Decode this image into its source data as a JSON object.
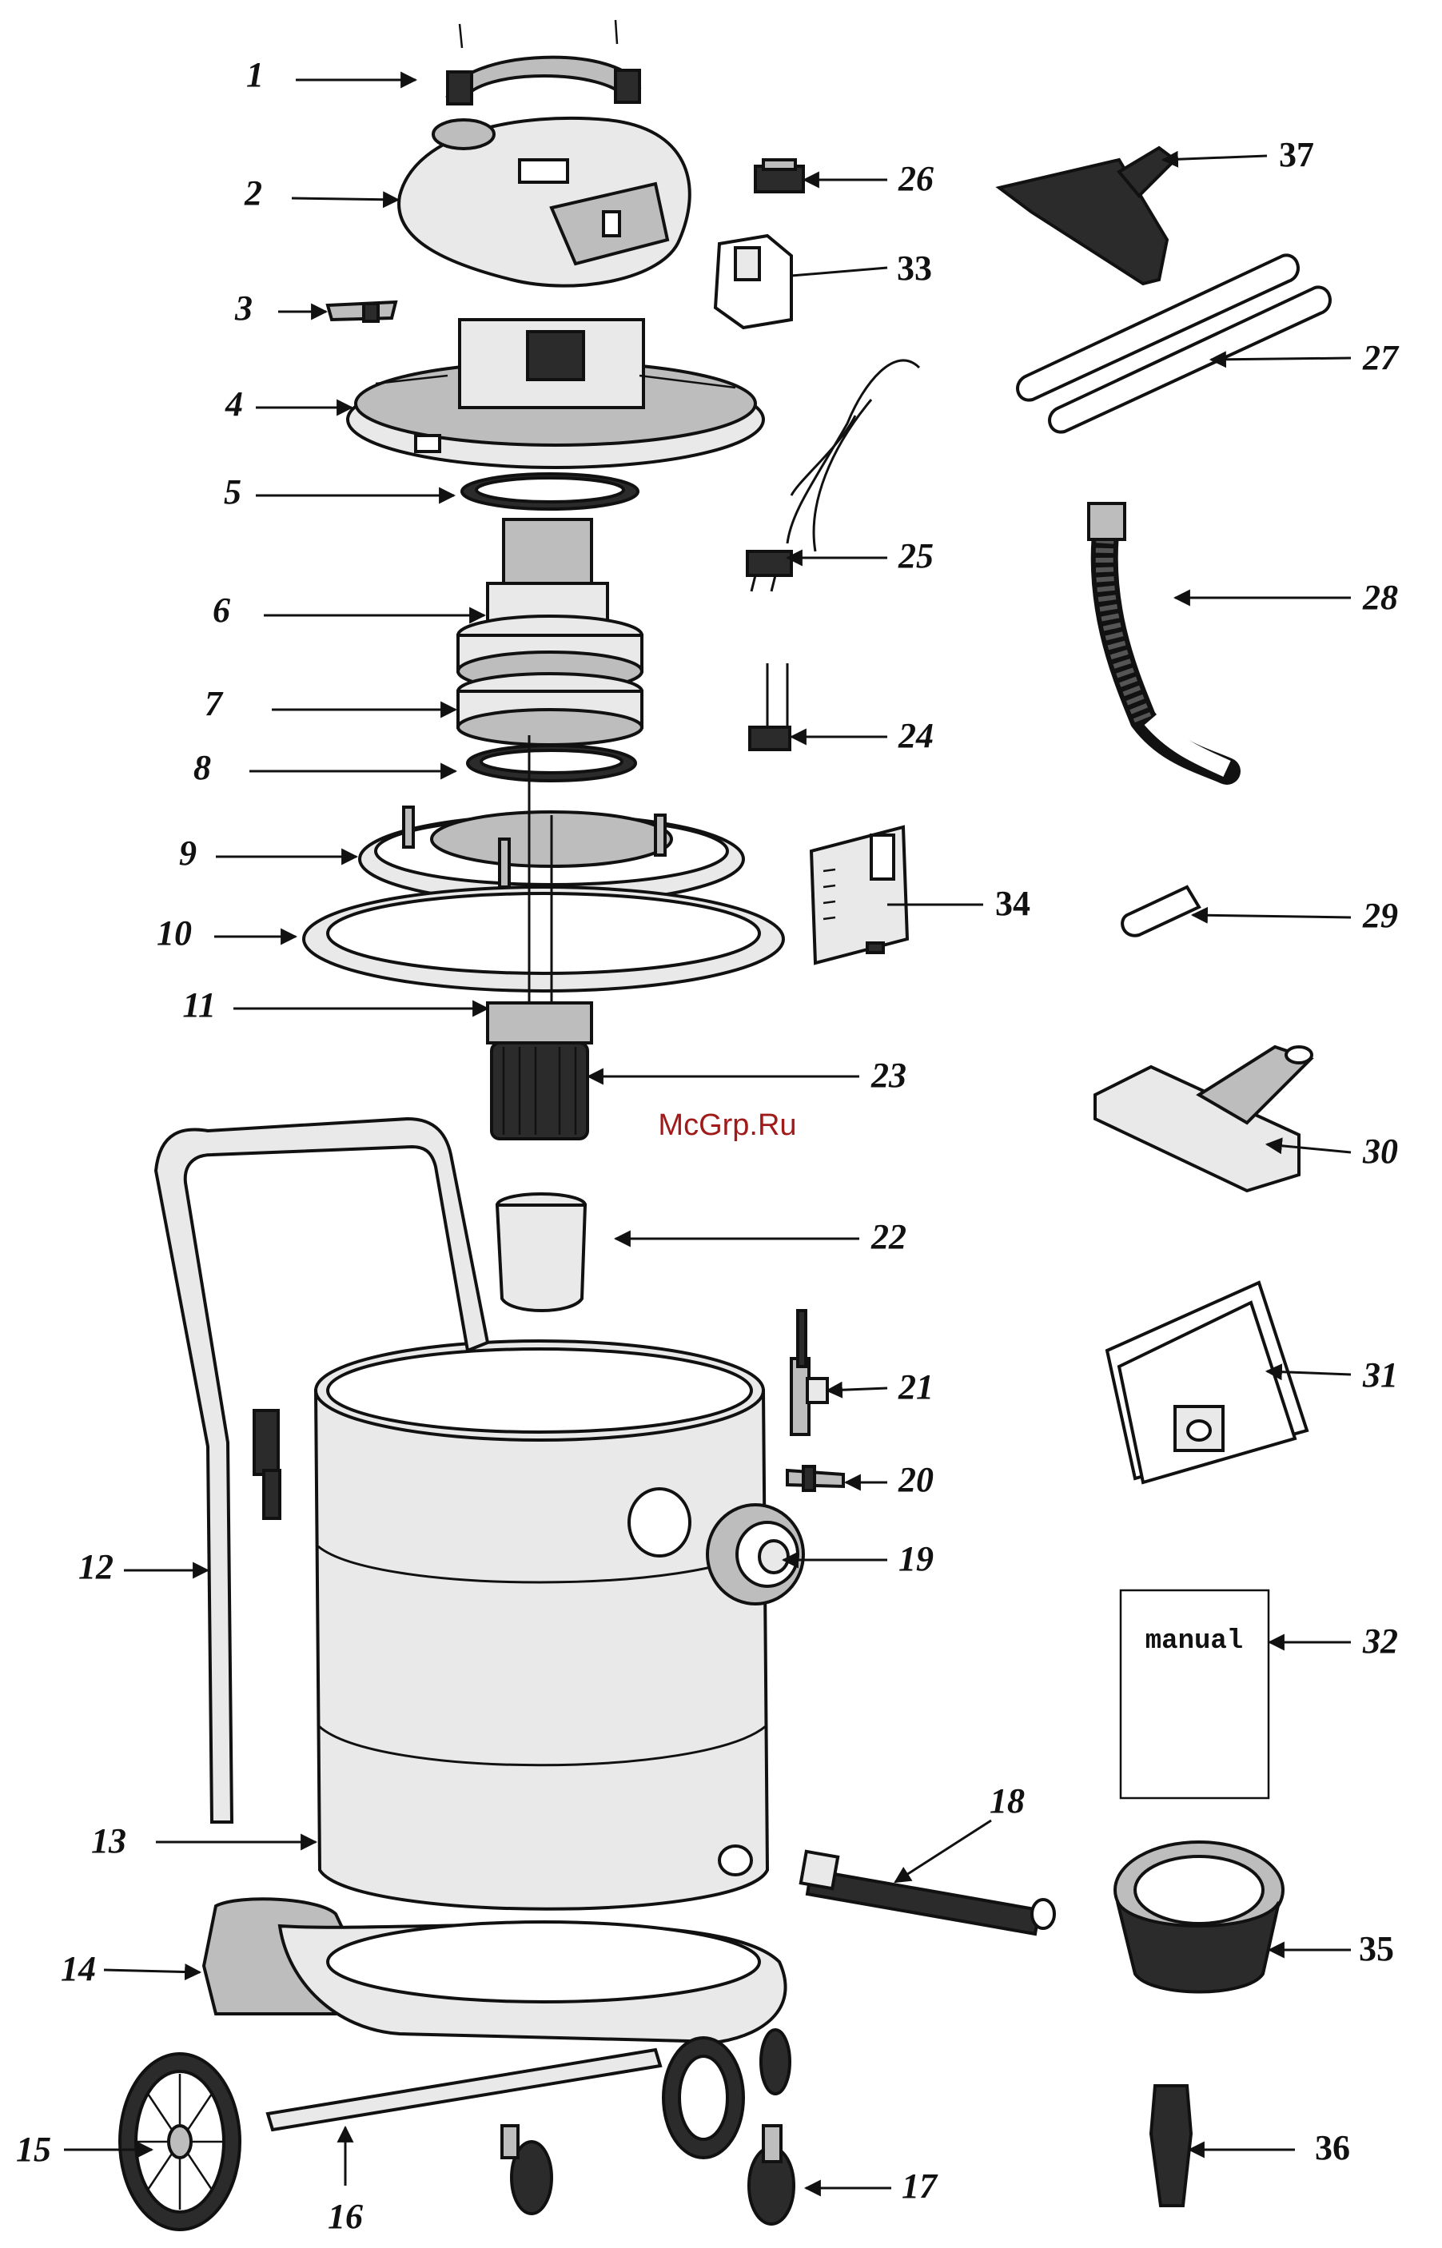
{
  "diagram": {
    "watermark": "McGrp.Ru",
    "manual_text": "manual",
    "callouts": [
      {
        "id": "c1",
        "text": "1"
      },
      {
        "id": "c2",
        "text": "2"
      },
      {
        "id": "c3",
        "text": "3"
      },
      {
        "id": "c4",
        "text": "4"
      },
      {
        "id": "c5",
        "text": "5"
      },
      {
        "id": "c6",
        "text": "6"
      },
      {
        "id": "c7",
        "text": "7"
      },
      {
        "id": "c8",
        "text": "8"
      },
      {
        "id": "c9",
        "text": "9"
      },
      {
        "id": "c10",
        "text": "10"
      },
      {
        "id": "c11",
        "text": "11"
      },
      {
        "id": "c12",
        "text": "12"
      },
      {
        "id": "c13",
        "text": "13"
      },
      {
        "id": "c14",
        "text": "14"
      },
      {
        "id": "c15",
        "text": "15"
      },
      {
        "id": "c16",
        "text": "16"
      },
      {
        "id": "c17",
        "text": "17"
      },
      {
        "id": "c18",
        "text": "18"
      },
      {
        "id": "c19",
        "text": "19"
      },
      {
        "id": "c20",
        "text": "20"
      },
      {
        "id": "c21",
        "text": "21"
      },
      {
        "id": "c22",
        "text": "22"
      },
      {
        "id": "c23",
        "text": "23"
      },
      {
        "id": "c24",
        "text": "24"
      },
      {
        "id": "c25",
        "text": "25"
      },
      {
        "id": "c26",
        "text": "26"
      },
      {
        "id": "c27",
        "text": "27"
      },
      {
        "id": "c28",
        "text": "28"
      },
      {
        "id": "c29",
        "text": "29"
      },
      {
        "id": "c30",
        "text": "30"
      },
      {
        "id": "c31",
        "text": "31"
      },
      {
        "id": "c32",
        "text": "32"
      },
      {
        "id": "c33",
        "text": "33"
      },
      {
        "id": "c34",
        "text": "34"
      },
      {
        "id": "c35",
        "text": "35"
      },
      {
        "id": "c36",
        "text": "36"
      },
      {
        "id": "c37",
        "text": "37"
      }
    ]
  }
}
